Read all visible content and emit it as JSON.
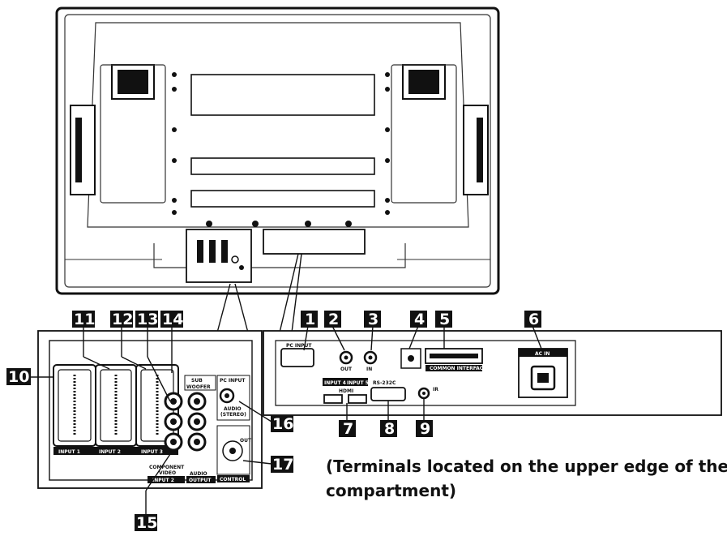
{
  "callouts": {
    "c1": "1",
    "c2": "2",
    "c3": "3",
    "c4": "4",
    "c5": "5",
    "c6": "6",
    "c7": "7",
    "c8": "8",
    "c9": "9",
    "c10": "10",
    "c11": "11",
    "c12": "12",
    "c13": "13",
    "c14": "14",
    "c15": "15",
    "c16": "16",
    "c17": "17"
  },
  "left_panel": {
    "input1": "INPUT 1",
    "input2": "INPUT 2",
    "input3": "INPUT 3",
    "sub": "SUB",
    "woofer": "WOOFER",
    "pc_input": "PC INPUT",
    "audio_stereo": "AUDIO",
    "stereo": "(STEREO)",
    "component_video": "COMPONENT",
    "video": "VIDEO",
    "input2b": "INPUT 2",
    "audio_output_1": "AUDIO",
    "audio_output_2": "OUTPUT",
    "out": "OUT",
    "control": "CONTROL"
  },
  "right_panel": {
    "pc_rgb": "PC INPUT",
    "out": "OUT",
    "in": "IN",
    "common_interface": "COMMON INTERFACE",
    "ac_in": "AC IN",
    "input4": "INPUT 4",
    "input5": "INPUT 5",
    "hdmi": "HDMI",
    "rs232c": "RS-232C",
    "ir": "IR"
  },
  "caption": {
    "line1": "(Terminals located on the upper edge of the",
    "line2": "compartment)"
  }
}
